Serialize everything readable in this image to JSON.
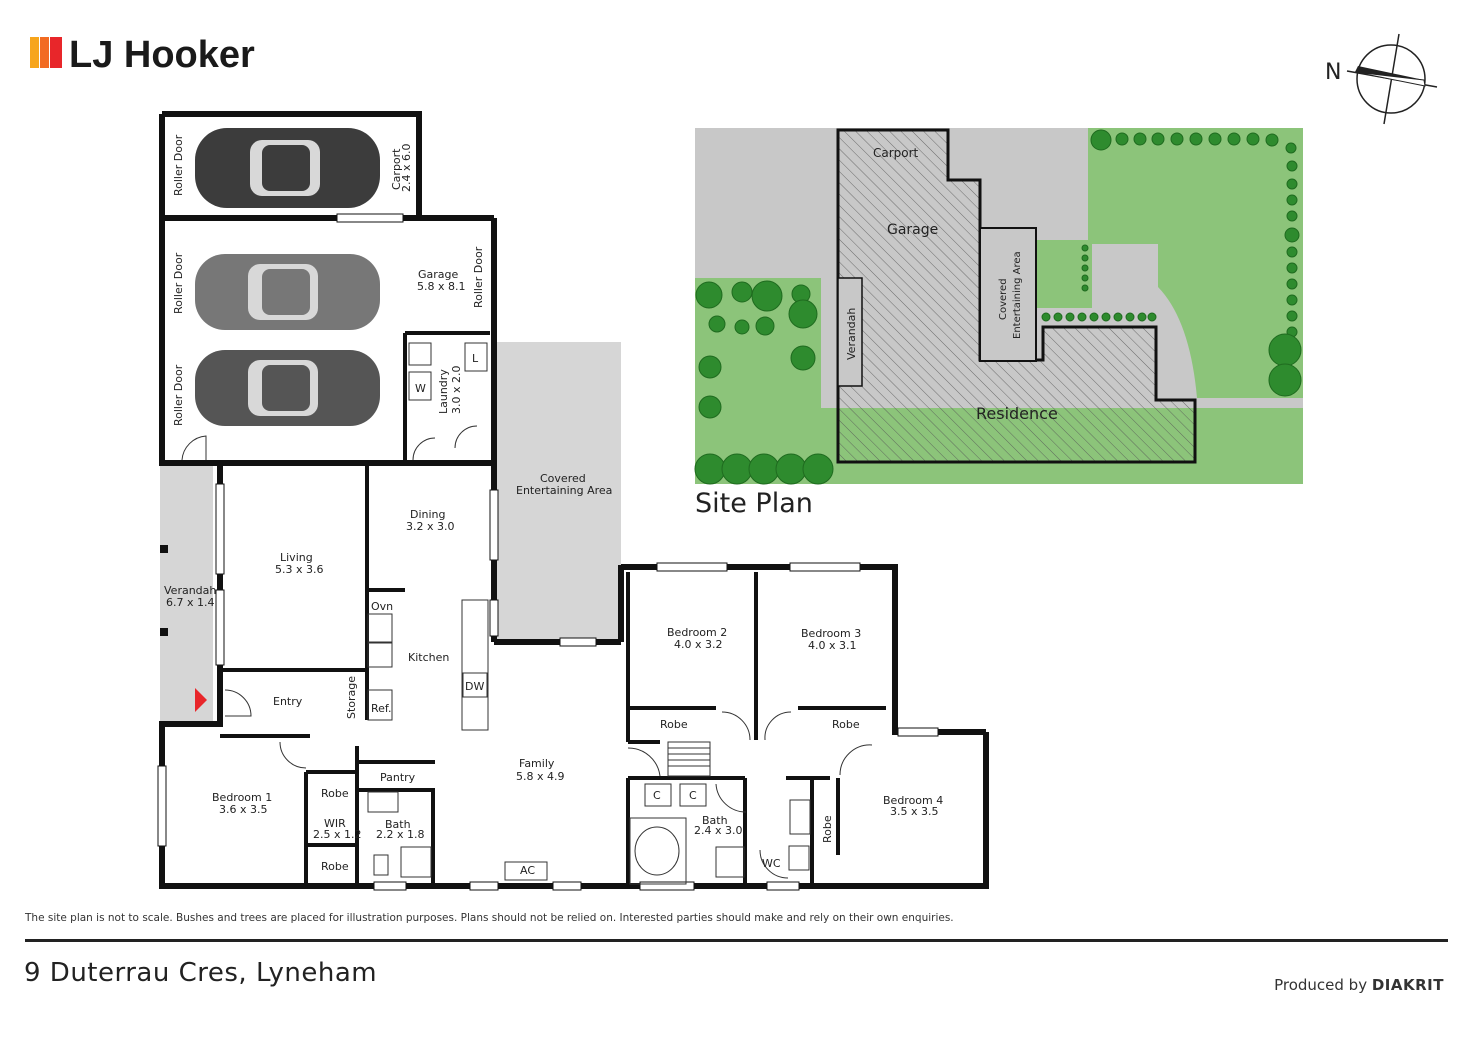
{
  "brand": {
    "name": "LJ Hooker",
    "stripe_colors": [
      "#f7a51c",
      "#f26b22",
      "#e8262a"
    ]
  },
  "compass": {
    "label": "N"
  },
  "site_plan": {
    "title": "Site Plan",
    "labels": {
      "carport": "Carport",
      "garage": "Garage",
      "covered_area": "Covered\nEntertaining Area",
      "verandah": "Verandah",
      "residence": "Residence"
    },
    "colors": {
      "lawn": "#8cc47a",
      "paving": "#c8c8c8",
      "tree": "#2e8b2e"
    }
  },
  "floor_plan": {
    "rooms": {
      "roller_door_1": "Roller Door",
      "carport": {
        "name": "Carport",
        "size": "2.4 x 6.0"
      },
      "roller_door_2": "Roller Door",
      "roller_door_3": "Roller Door",
      "garage": {
        "name": "Garage",
        "size": "5.8 x 8.1"
      },
      "roller_door_4": "Roller Door",
      "laundry": {
        "name": "Laundry",
        "size": "3.0 x 2.0"
      },
      "laundry_w": "W",
      "laundry_l": "L",
      "covered": {
        "name": "Covered",
        "name2": "Entertaining Area"
      },
      "dining": {
        "name": "Dining",
        "size": "3.2 x 3.0"
      },
      "living": {
        "name": "Living",
        "size": "5.3 x 3.6"
      },
      "verandah": {
        "name": "Verandah",
        "size": "6.7 x 1.4"
      },
      "kitchen": "Kitchen",
      "oven": "Ovn",
      "fridge": "Ref.",
      "dishwasher": "DW",
      "storage": "Storage",
      "entry": "Entry",
      "bedroom2": {
        "name": "Bedroom 2",
        "size": "4.0 x 3.2"
      },
      "bedroom3": {
        "name": "Bedroom 3",
        "size": "4.0 x 3.1"
      },
      "robe_b2": "Robe",
      "robe_b3": "Robe",
      "family": {
        "name": "Family",
        "size": "5.8 x 4.9"
      },
      "ac": "AC",
      "bedroom1": {
        "name": "Bedroom 1",
        "size": "3.6 x 3.5"
      },
      "robe_wir_top": "Robe",
      "wir": {
        "name": "WIR",
        "size": "2.5 x 1.2"
      },
      "robe_wir_bottom": "Robe",
      "pantry": "Pantry",
      "bath1": {
        "name": "Bath",
        "size": "2.2 x 1.8"
      },
      "linen_c1": "C",
      "linen_c2": "C",
      "bath2": {
        "name": "Bath",
        "size": "2.4 x 3.0"
      },
      "wc": "WC",
      "robe_b4": "Robe",
      "bedroom4": {
        "name": "Bedroom 4",
        "size": "3.5 x 3.5"
      }
    }
  },
  "disclaimer": "The site plan is not to scale. Bushes and trees are placed for illustration purposes. Plans should not be relied on. Interested parties should make and rely on their own enquiries.",
  "address": "9 Duterrau Cres, Lyneham",
  "producer": {
    "prefix": "Produced by",
    "name": "DIAKRIT"
  }
}
